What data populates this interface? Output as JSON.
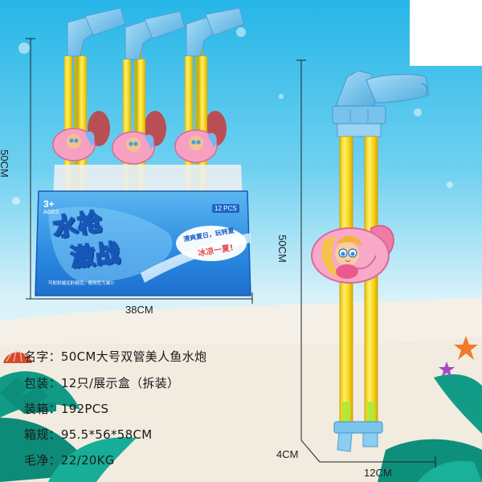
{
  "box": {
    "age_badge": "3+",
    "age_label": "AGES",
    "count_badge": "12 PCS",
    "title_line1": "水枪",
    "title_line2": "激战",
    "bubble_line1": "清爽夏日，玩转夏",
    "bubble_line2": "冰凉一夏!",
    "footnote": "可射射越远射越远，使用压力减小"
  },
  "dimensions": {
    "box_height": "50CM",
    "box_width": "38CM",
    "gun_height": "50CM",
    "gun_depth": "4CM",
    "gun_width": "12CM"
  },
  "specs": [
    {
      "label": "名字：",
      "value": "50CM大号双管美人鱼水炮"
    },
    {
      "label": "包装：",
      "value": "12只/展示盒（拆装）"
    },
    {
      "label": "装箱：",
      "value": "192PCS"
    },
    {
      "label": "箱规：",
      "value": "95.5*56*58CM"
    },
    {
      "label": "毛净：",
      "value": "22/20KG"
    }
  ],
  "colors": {
    "sky_top": "#39c1ec",
    "sky_bottom": "#bfeaf7",
    "tube_yellow": "#f7dd1c",
    "gun_head_blue": "#7bc8ee",
    "mermaid_pink": "#f6a1c2",
    "box_blue": "#1f7fd8",
    "sand": "#f3efe6",
    "leaf_green": "#17a28e"
  }
}
